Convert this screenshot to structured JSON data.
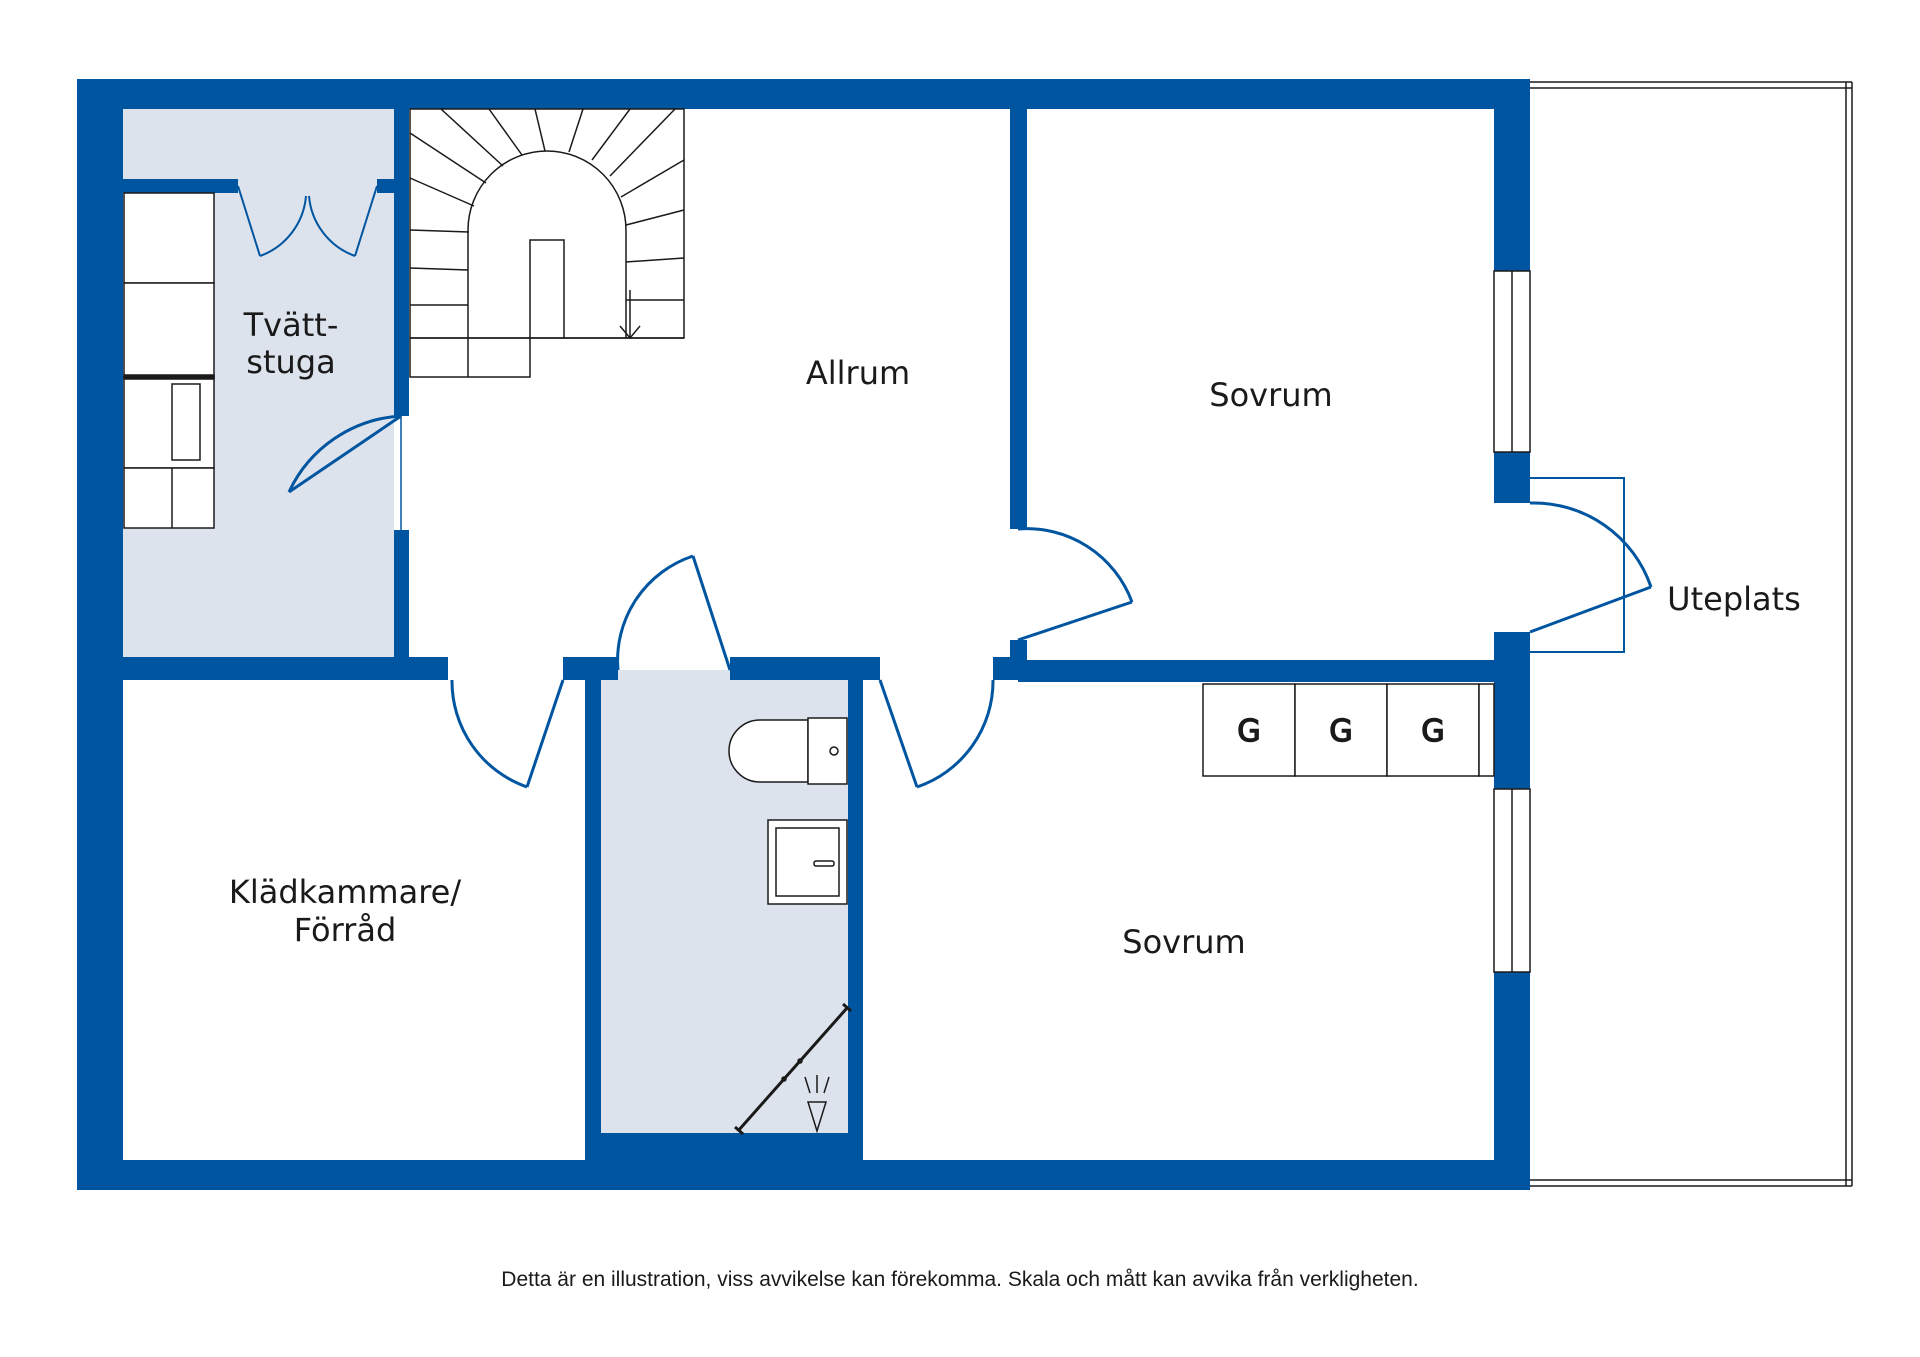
{
  "colors": {
    "wall": "#0055A0",
    "wet_room_fill": "#DDE3EC",
    "room_fill": "#FFFFFF",
    "line": "#1a1a1a"
  },
  "rooms": {
    "laundry": {
      "label_line1": "Tvätt-",
      "label_line2": "stuga"
    },
    "living": {
      "label": "Allrum"
    },
    "bedroom_top": {
      "label": "Sovrum"
    },
    "patio": {
      "label": "Uteplats"
    },
    "walk_in": {
      "label_line1": "Klädkammare/",
      "label_line2": "Förråd"
    },
    "bedroom_bottom": {
      "label": "Sovrum"
    }
  },
  "wardrobe": {
    "units": [
      "G",
      "G",
      "G"
    ]
  },
  "disclaimer": "Detta är en illustration, viss avvikelse kan förekomma. Skala och mått kan avvika från verkligheten."
}
